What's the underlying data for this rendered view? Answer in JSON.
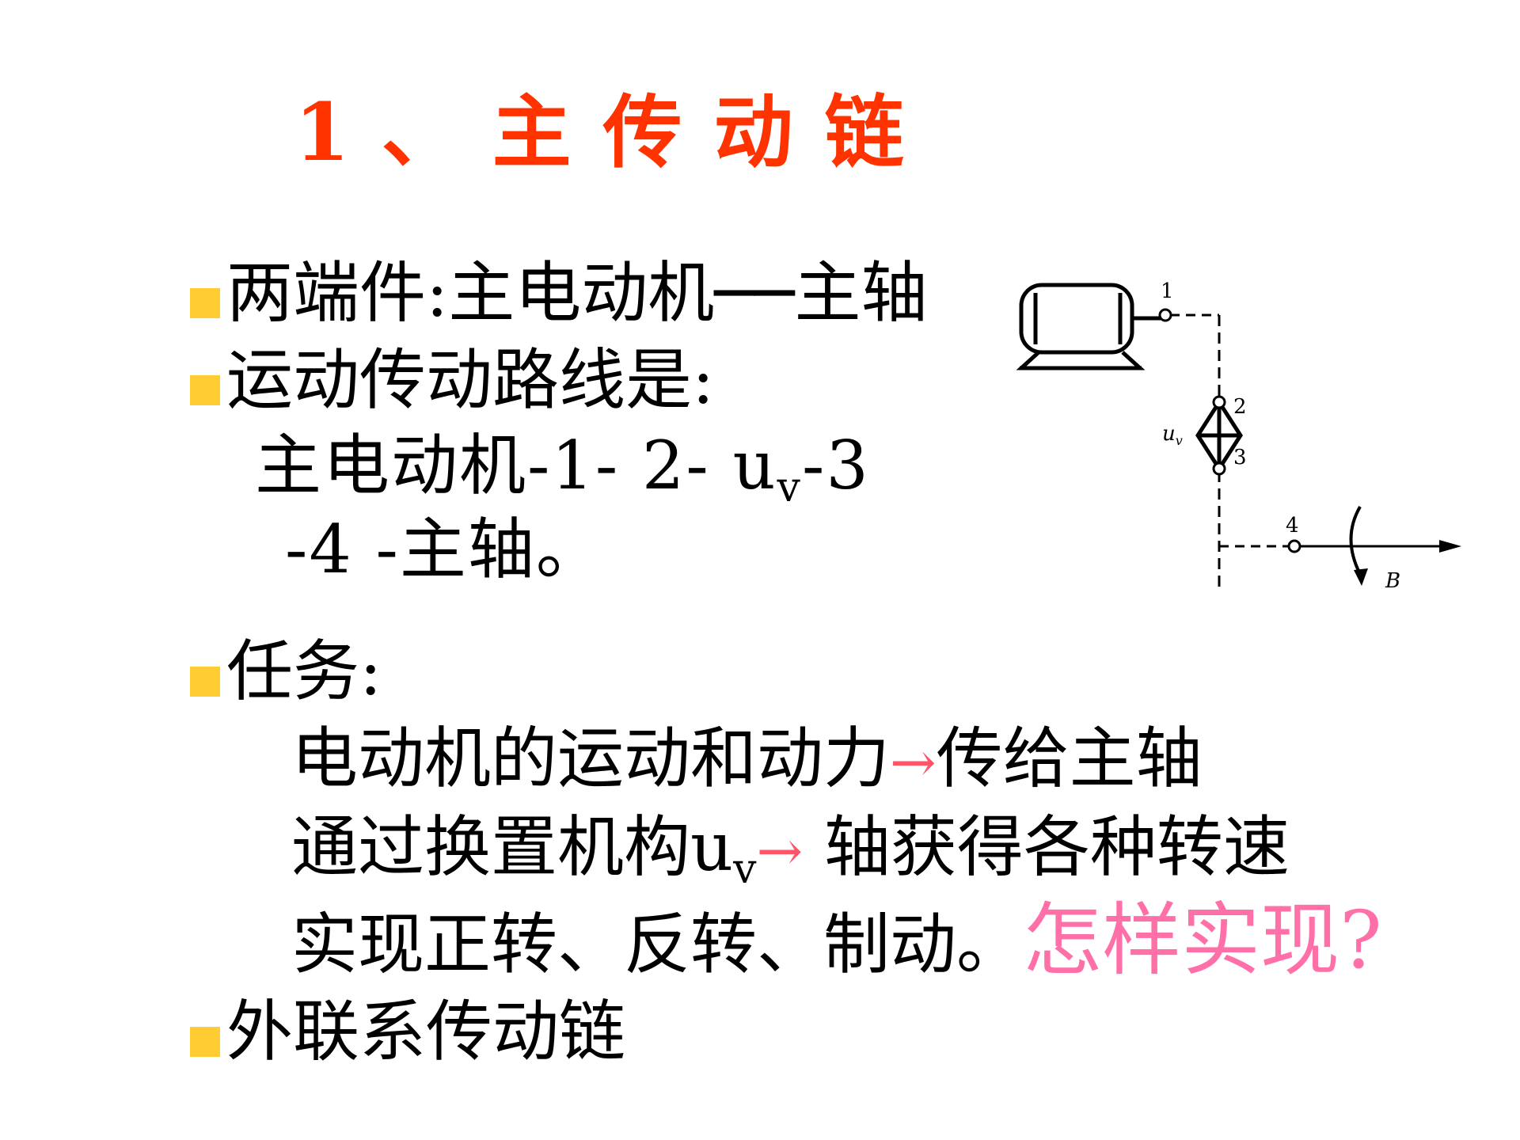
{
  "title": "1、主传动链",
  "bullets": {
    "ends": "两端件:主电动机──主轴",
    "route_heading": "运动传动路线是:",
    "route_line1": "主电动机-1- 2- u",
    "route_line1_sub": "v",
    "route_line1_tail": "-3",
    "route_line2": "-4 -主轴。",
    "task_heading": "任务:",
    "task_line1_a": "电动机的运动和动力",
    "task_line1_arrow": "→",
    "task_line1_b": "传给主轴",
    "task_line2_a": "通过换置机构u",
    "task_line2_sub": "v",
    "task_line2_arrow": "→",
    "task_line2_b": " 轴获得各种转速",
    "task_line3": "实现正转、反转、制动。",
    "task_question": "怎样实现?",
    "external": "外联系传动链"
  },
  "diagram": {
    "labels": {
      "n1": "1",
      "n2": "2",
      "n3": "3",
      "n4": "4",
      "uv": "u",
      "uv_sub": "v",
      "B": "B"
    }
  },
  "colors": {
    "title": "#ff3300",
    "bullet": "#ffcc33",
    "arrow": "#ff5566",
    "question": "#ff6fa8"
  }
}
